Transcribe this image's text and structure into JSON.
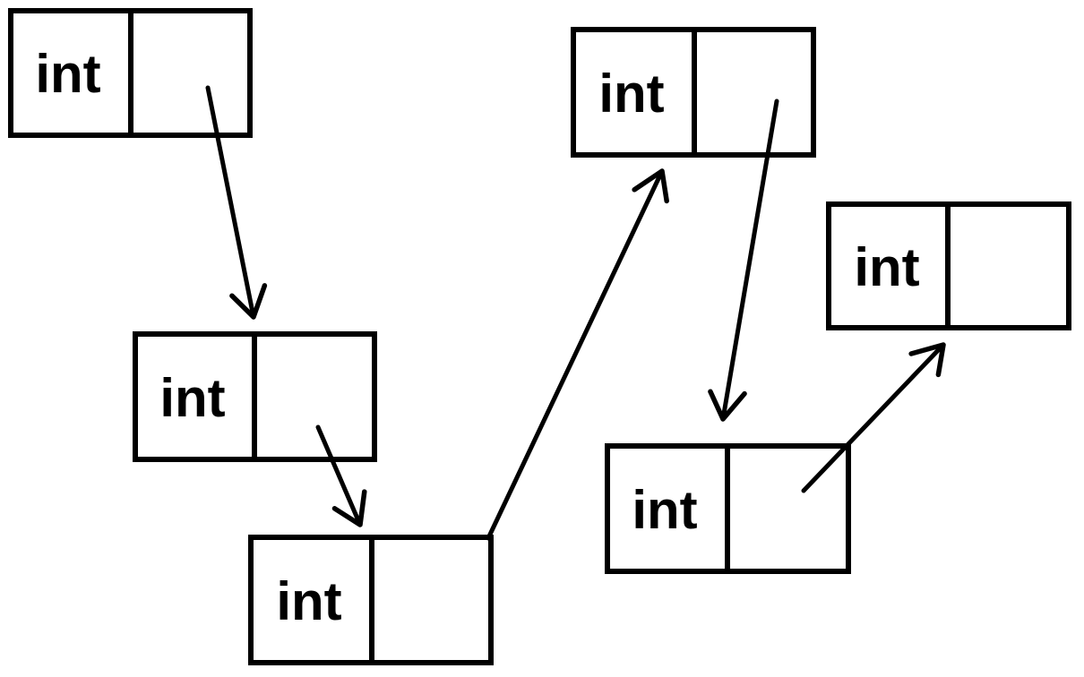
{
  "diagram": {
    "type": "linked-list",
    "colors": {
      "background": "#ffffff",
      "stroke": "#000000",
      "text": "#000000"
    },
    "nodes": [
      {
        "id": "node-1",
        "label": "int",
        "pointer_cell": ""
      },
      {
        "id": "node-2",
        "label": "int",
        "pointer_cell": ""
      },
      {
        "id": "node-3",
        "label": "int",
        "pointer_cell": ""
      },
      {
        "id": "node-4",
        "label": "int",
        "pointer_cell": ""
      },
      {
        "id": "node-5",
        "label": "int",
        "pointer_cell": ""
      },
      {
        "id": "node-6",
        "label": "int",
        "pointer_cell": ""
      }
    ],
    "edges": [
      {
        "from": "node-1",
        "to": "node-2"
      },
      {
        "from": "node-2",
        "to": "node-3"
      },
      {
        "from": "node-3",
        "to": "node-4"
      },
      {
        "from": "node-4",
        "to": "node-5"
      },
      {
        "from": "node-5",
        "to": "node-6"
      }
    ]
  }
}
